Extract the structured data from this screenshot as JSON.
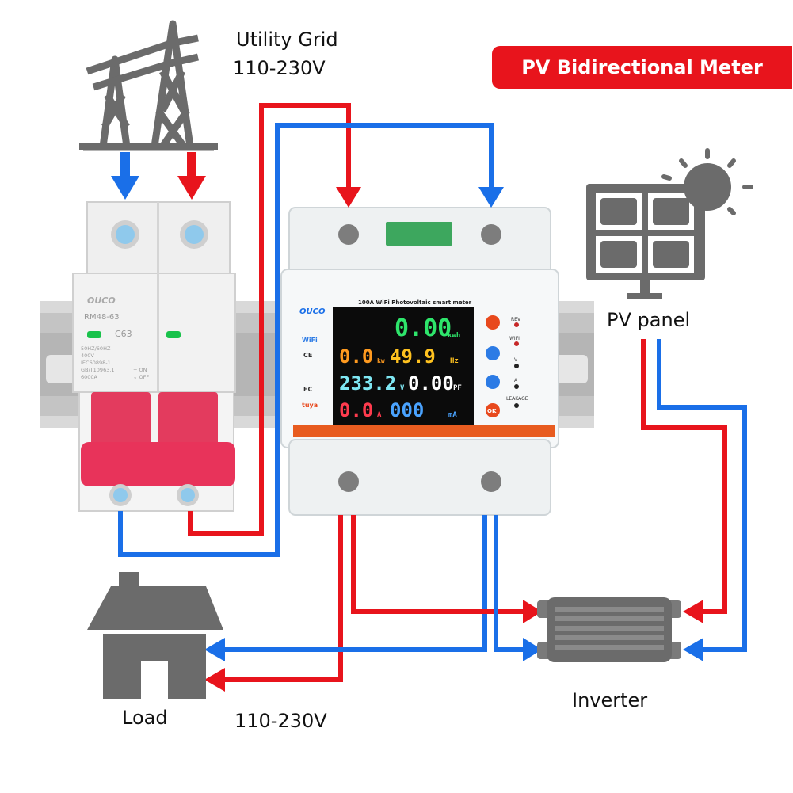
{
  "header": {
    "banner": "PV Bidirectional Meter"
  },
  "grid": {
    "label": "Utility Grid",
    "voltage": "110-230V"
  },
  "load": {
    "label": "Load",
    "voltage": "110-230V"
  },
  "pv": {
    "label": "PV panel"
  },
  "inverter": {
    "label": "Inverter"
  },
  "breaker": {
    "brand": "OUCO",
    "model": "RM48-63",
    "rating": "C63",
    "spec_lines": [
      "50HZ/60HZ",
      "400V",
      "IEC60898-1",
      "GB/T10963.1",
      "6000A"
    ],
    "on_text": "+ ON",
    "off_text": "↓ OFF"
  },
  "meter": {
    "brand": "OUCO",
    "title": "100A WiFi Photovoltaic smart meter",
    "energy": "0.00",
    "energy_unit": "kwh",
    "power": "0.0",
    "power_unit": "kw",
    "freq": "49.9",
    "freq_unit": "Hz",
    "voltage": "233.2",
    "voltage_unit": "V",
    "pf": "0.00",
    "pf_unit": "PF",
    "current": "0.0",
    "current_unit": "A",
    "leak": "000",
    "leak_unit": "mA",
    "indicators": [
      "REV",
      "WIFI",
      "V",
      "A",
      "LEAKAGE"
    ],
    "ok_label": "OK",
    "side_badges": [
      "WiFi",
      "CE",
      "FC",
      "tuya"
    ]
  },
  "colors": {
    "live": "#e8141c",
    "neutral": "#1a6fe8",
    "banner": "#e8141c",
    "icon_gray": "#6b6b6b"
  }
}
